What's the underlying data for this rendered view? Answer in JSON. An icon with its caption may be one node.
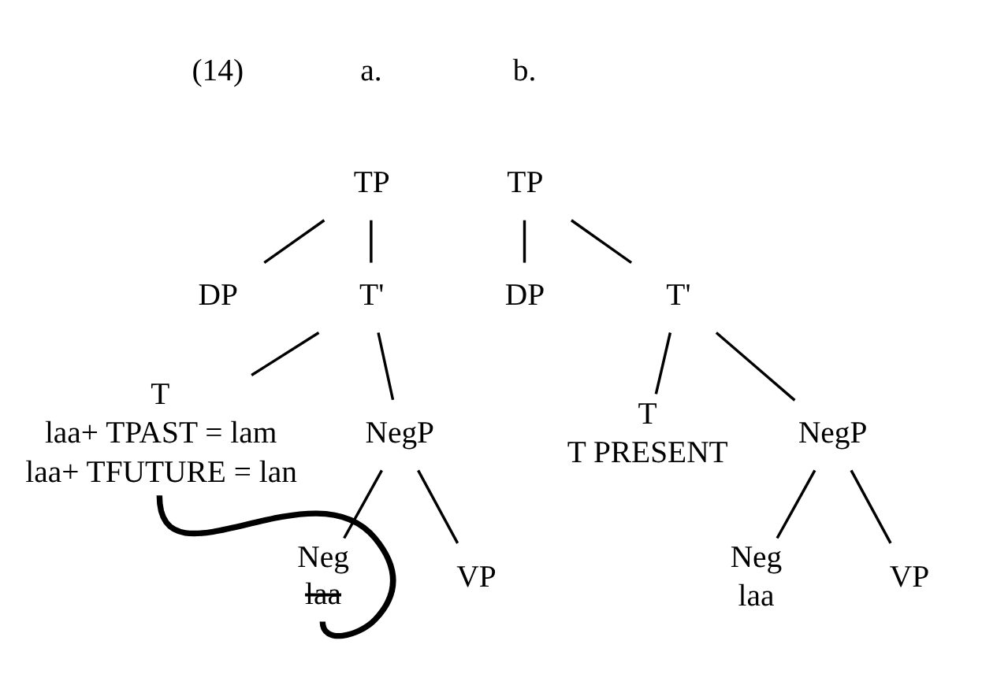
{
  "diagram": {
    "nodes": [
      {
        "text": [
          "TP"
        ]
      },
      {
        "text": [
          "DP"
        ]
      },
      {
        "text": [
          "T'"
        ]
      },
      {
        "text": [
          "T",
          "laa+ TPAST = lam",
          "laa+ TFUTURE = lan"
        ]
      },
      {
        "text": [
          "NegP"
        ]
      },
      {
        "text": [
          "Neg",
          "laa"
        ]
      },
      {
        "text": [
          "VP"
        ]
      },
      {
        "text": [
          "TP"
        ]
      },
      {
        "text": [
          "DP"
        ]
      },
      {
        "text": [
          "T'"
        ]
      },
      {
        "text": [
          "T",
          "T PRESENT"
        ]
      },
      {
        "text": [
          "NegP"
        ]
      },
      {
        "text": [
          "Neg",
          "laa"
        ]
      },
      {
        "text": [
          "VP"
        ]
      }
    ],
    "edges": [
      {
        "from": 0,
        "to": 1,
        "arrow": "none"
      },
      {
        "from": 0,
        "to": 2,
        "arrow": "none"
      },
      {
        "from": 2,
        "to": 3,
        "arrow": "none"
      },
      {
        "from": 2,
        "to": 4,
        "arrow": "none"
      },
      {
        "from": 4,
        "to": 5,
        "arrow": "none"
      },
      {
        "from": 4,
        "to": 6,
        "arrow": "none"
      },
      {
        "from": 5,
        "to": 3,
        "arrow": "none",
        "style": "thick"
      },
      {
        "from": 7,
        "to": 8,
        "arrow": "none"
      },
      {
        "from": 7,
        "to": 9,
        "arrow": "none"
      },
      {
        "from": 9,
        "to": 10,
        "arrow": "none"
      },
      {
        "from": 9,
        "to": 11,
        "arrow": "none"
      },
      {
        "from": 11,
        "to": 12,
        "arrow": "none"
      },
      {
        "from": 11,
        "to": 13,
        "arrow": "none"
      }
    ],
    "labels": [
      "(14)",
      "a.",
      "b."
    ]
  }
}
